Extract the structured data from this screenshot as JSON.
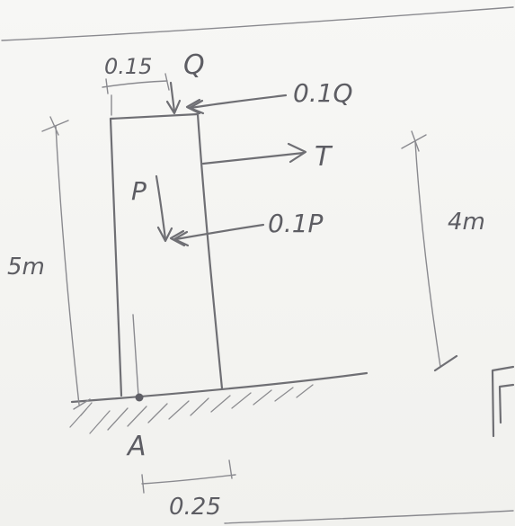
{
  "labels": {
    "dim_top": "0.15",
    "load_q": "Q",
    "load_01q": "0.1Q",
    "load_t": "T",
    "load_p": "P",
    "load_01p": "0.1P",
    "height_5": "5m",
    "height_4": "4m",
    "point_a": "A",
    "dim_bottom": "0.25"
  }
}
